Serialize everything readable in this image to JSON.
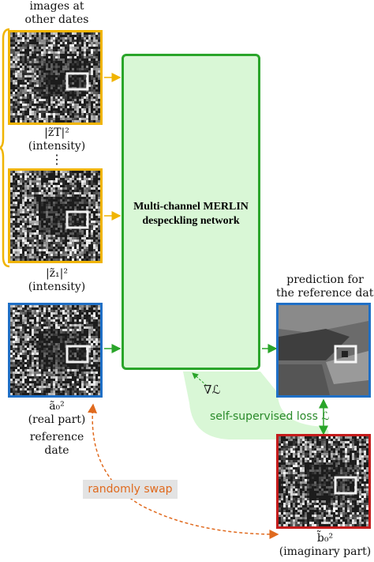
{
  "labels": {
    "images_other_dates": [
      "images at",
      "other dates"
    ],
    "zT": "|z̃T|²",
    "zT_sub": "(intensity)",
    "dots": "⋮",
    "z1": "|z̃₁|²",
    "z1_sub": "(intensity)",
    "a0": "ã₀²",
    "a0_sub": "(real part)",
    "reference_date": [
      "reference",
      "date"
    ],
    "prediction": [
      "prediction for",
      "the reference date"
    ],
    "b0": "b̃₀²",
    "b0_sub": "(imaginary part)",
    "network": [
      "Multi-channel MERLIN",
      "despeckling network"
    ],
    "grad_loss": "∇ℒ",
    "loss": "self-supervised loss ℒ",
    "swap": "randomly swap"
  },
  "colors": {
    "yellow": "#f0b400",
    "blue": "#1f6fc6",
    "red": "#c41b1b",
    "green": "#2aa52a",
    "green_fill": "#d9f7d6",
    "orange": "#e06a1e"
  }
}
